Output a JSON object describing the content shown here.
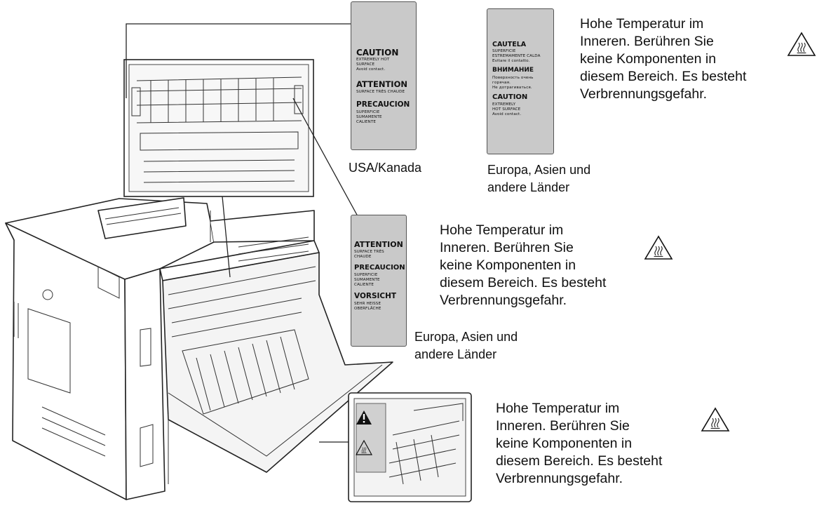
{
  "heat_warning_text": {
    "line1": "Hohe Temperatur im",
    "line2": "Inneren. Berühren Sie",
    "line3": "keine Komponenten in",
    "line4": "diesem Bereich. Es besteht",
    "line5": "Verbrennungsgefahr."
  },
  "region_captions": {
    "usa_canada": "USA/Kanada",
    "europe_asia_line1": "Europa, Asien und",
    "europe_asia_line2": "andere Länder"
  },
  "label_usa": {
    "caution": "CAUTION",
    "caution_sub1": "EXTREMELY HOT",
    "caution_sub2": "SURFACE",
    "caution_sub3": "Avoid contact.",
    "attention": "ATTENTION",
    "attention_sub": "SURFACE TRÈS CHAUDE",
    "precaucion": "PRECAUCION",
    "precaucion_sub1": "SUPERFICIE",
    "precaucion_sub2": "SUMAMENTE",
    "precaucion_sub3": "CALIENTE"
  },
  "label_europe": {
    "cautela": "CAUTELA",
    "cautela_sub1": "SUPERFICIE",
    "cautela_sub2": "ESTREMAMENTE CALDA",
    "cautela_sub3": "Evitare il contatto.",
    "vnimanie": "ВНИМАНИЕ",
    "vnimanie_sub1": "Поверхность очень",
    "vnimanie_sub2": "горячая.",
    "vnimanie_sub3": "Не дотрагиваться.",
    "caution": "CAUTION",
    "caution_sub1": "EXTREMELY",
    "caution_sub2": "HOT SURFACE",
    "caution_sub3": "Avoid contact."
  },
  "label_fuser": {
    "attention": "ATTENTION",
    "attention_sub1": "SURFACE TRÈS",
    "attention_sub2": "CHAUDE",
    "precaucion": "PRECAUCION",
    "precaucion_sub1": "SUPERFICIE",
    "precaucion_sub2": "SUMAMENTE",
    "precaucion_sub3": "CALIENTE",
    "vorsicht": "VORSICHT",
    "vorsicht_sub1": "SEHR HEISSE",
    "vorsicht_sub2": "OBERFLÄCHE"
  },
  "colors": {
    "label_fill": "#c9c9c9",
    "line": "#222222",
    "background": "#ffffff"
  },
  "icons": [
    "hot-surface-icon",
    "warning-triangle-icon"
  ]
}
